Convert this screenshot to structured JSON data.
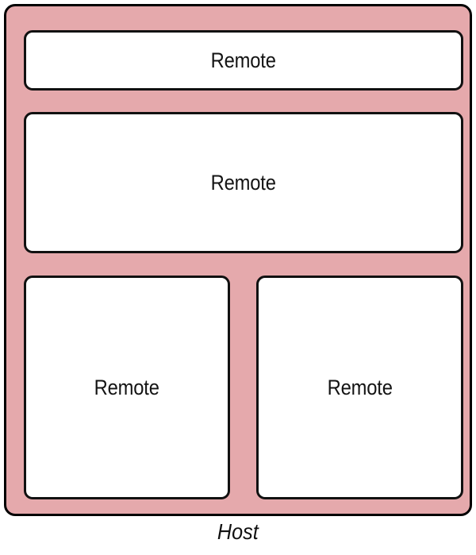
{
  "diagram": {
    "type": "nested-boxes",
    "title": "",
    "host": {
      "caption": "Host",
      "fill_color": "#e5a9ac",
      "stroke_color": "#000000"
    },
    "remotes": [
      {
        "id": "remote-top",
        "label": "Remote",
        "fill_color": "#ffffff",
        "stroke_color": "#111111"
      },
      {
        "id": "remote-middle",
        "label": "Remote",
        "fill_color": "#ffffff",
        "stroke_color": "#111111"
      },
      {
        "id": "remote-bottom-left",
        "label": "Remote",
        "fill_color": "#ffffff",
        "stroke_color": "#111111"
      },
      {
        "id": "remote-bottom-right",
        "label": "Remote",
        "fill_color": "#ffffff",
        "stroke_color": "#111111"
      }
    ]
  }
}
